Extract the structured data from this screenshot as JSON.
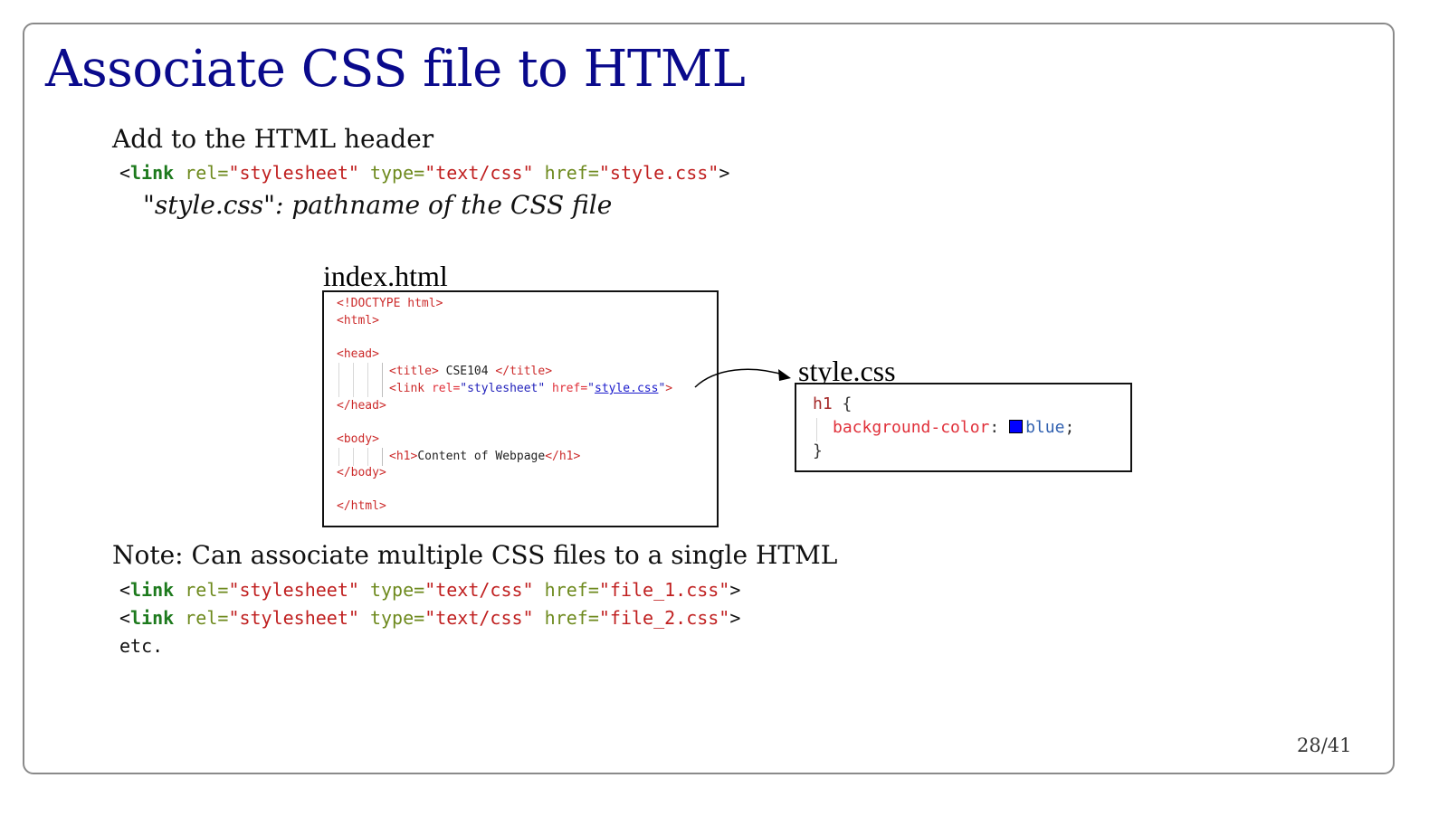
{
  "slide": {
    "title": "Associate CSS file to HTML",
    "section1": {
      "heading": "Add to the HTML header",
      "code": {
        "open": "<",
        "tag": "link",
        "rel_attr": " rel=",
        "rel_val": "\"stylesheet\"",
        "type_attr": " type=",
        "type_val": "\"text/css\"",
        "href_attr": " href=",
        "href_val": "\"style.css\"",
        "close": ">"
      },
      "explanation": "\"style.css\": pathname of the CSS file"
    },
    "diagram": {
      "index_label": "index.html",
      "index_lines": {
        "doctype": "<!DOCTYPE html>",
        "html_open": "<html>",
        "head_open": "<head>",
        "title_open": "<title>",
        "title_text": " CSE104 ",
        "title_close": "</title>",
        "link_open": "<link ",
        "link_rel_attr": "rel=",
        "link_rel_val": "\"stylesheet\"",
        "link_href_attr": " href=",
        "link_href_q1": "\"",
        "link_href_val": "style.css",
        "link_href_q2": "\"",
        "link_close": ">",
        "head_close": "</head>",
        "body_open": "<body>",
        "h1_open": "<h1>",
        "h1_text": "Content of Webpage",
        "h1_close": "</h1>",
        "body_close": "</body>",
        "html_close": "</html>"
      },
      "style_label": "style.css",
      "style_lines": {
        "selector": "h1",
        "brace_open": " {",
        "property": "background-color",
        "colon": ": ",
        "swatch_color": "#0000ff",
        "value": "blue",
        "semicolon": ";",
        "brace_close": "}"
      }
    },
    "section2": {
      "heading": "Note: Can associate multiple CSS files to a single HTML",
      "links": [
        {
          "open": "<",
          "tag": "link",
          "rel_attr": " rel=",
          "rel_val": "\"stylesheet\"",
          "type_attr": " type=",
          "type_val": "\"text/css\"",
          "href_attr": " href=",
          "href_val": "\"file_1.css\"",
          "close": ">"
        },
        {
          "open": "<",
          "tag": "link",
          "rel_attr": " rel=",
          "rel_val": "\"stylesheet\"",
          "type_attr": " type=",
          "type_val": "\"text/css\"",
          "href_attr": " href=",
          "href_val": "\"file_2.css\"",
          "close": ">"
        }
      ],
      "etc": "etc."
    },
    "page_number": "28/41"
  }
}
